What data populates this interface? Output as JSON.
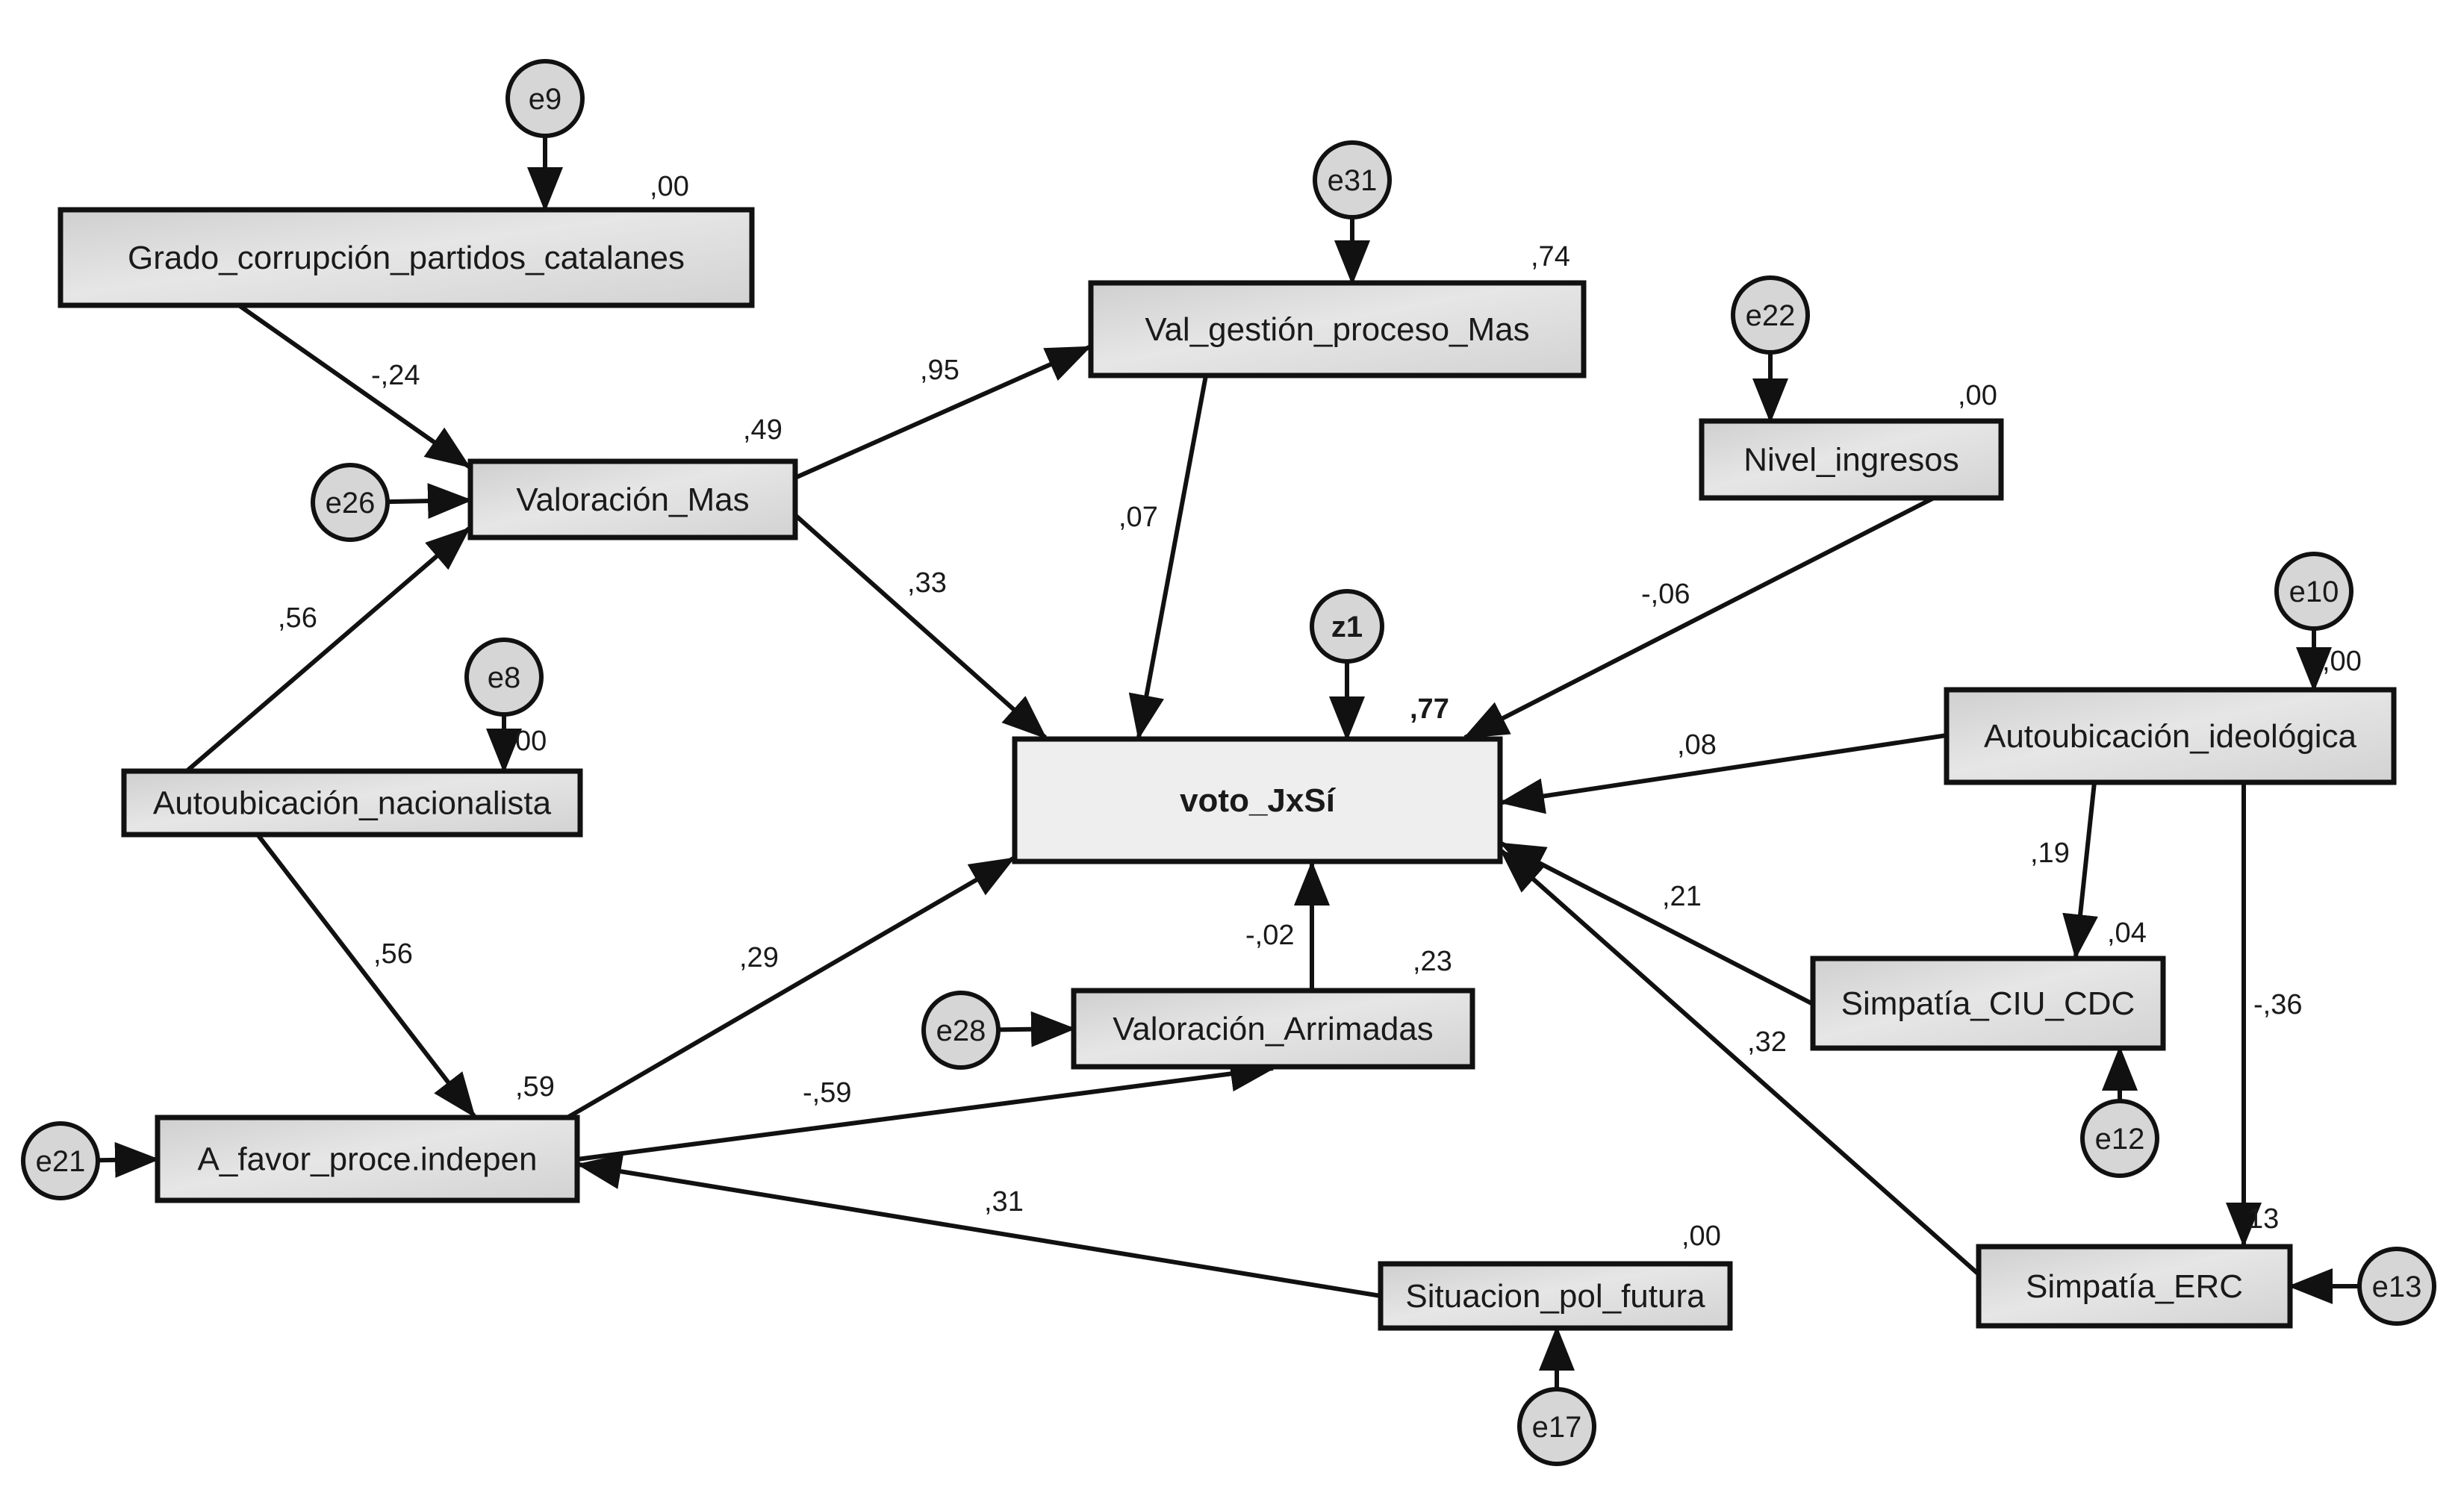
{
  "diagram": {
    "type": "structural-equation-model path diagram",
    "observed_variables": [
      {
        "id": "grado",
        "label": "Grado_corrupción_partidos_catalanes",
        "r2": ",00"
      },
      {
        "id": "valmas",
        "label": "Valoración_Mas",
        "r2": ",49"
      },
      {
        "id": "valgest",
        "label": "Val_gestión_proceso_Mas",
        "r2": ",74"
      },
      {
        "id": "nivel",
        "label": "Nivel_ingresos",
        "r2": ",00"
      },
      {
        "id": "voto",
        "label": "voto_JxSí",
        "r2": ",77"
      },
      {
        "id": "autoideo",
        "label": "Autoubicación_ideológica",
        "r2": ",00"
      },
      {
        "id": "autonac",
        "label": "Autoubicación_nacionalista",
        "r2": "00"
      },
      {
        "id": "afavor",
        "label": "A_favor_proce.indepen",
        "r2": ",59"
      },
      {
        "id": "valarr",
        "label": "Valoración_Arrimadas",
        "r2": ",23"
      },
      {
        "id": "simciu",
        "label": "Simpatía_CIU_CDC",
        "r2": ",04"
      },
      {
        "id": "simerc",
        "label": "Simpatía_ERC",
        "r2": "13"
      },
      {
        "id": "sitpol",
        "label": "Situacion_pol_futura",
        "r2": ",00"
      }
    ],
    "error_terms": [
      {
        "id": "e9",
        "label": "e9",
        "target": "grado"
      },
      {
        "id": "e26",
        "label": "e26",
        "target": "valmas"
      },
      {
        "id": "e31",
        "label": "e31",
        "target": "valgest"
      },
      {
        "id": "e22",
        "label": "e22",
        "target": "nivel"
      },
      {
        "id": "z1",
        "label": "z1",
        "target": "voto"
      },
      {
        "id": "e10",
        "label": "e10",
        "target": "autoideo"
      },
      {
        "id": "e8",
        "label": "e8",
        "target": "autonac"
      },
      {
        "id": "e21",
        "label": "e21",
        "target": "afavor"
      },
      {
        "id": "e28",
        "label": "e28",
        "target": "valarr"
      },
      {
        "id": "e12",
        "label": "e12",
        "target": "simciu"
      },
      {
        "id": "e13",
        "label": "e13",
        "target": "simerc"
      },
      {
        "id": "e17",
        "label": "e17",
        "target": "sitpol"
      }
    ],
    "paths": [
      {
        "from": "grado",
        "to": "valmas",
        "coef": "-,24"
      },
      {
        "from": "autonac",
        "to": "valmas",
        "coef": ",56"
      },
      {
        "from": "valmas",
        "to": "valgest",
        "coef": ",95"
      },
      {
        "from": "valmas",
        "to": "voto",
        "coef": ",33"
      },
      {
        "from": "valgest",
        "to": "voto",
        "coef": ",07"
      },
      {
        "from": "nivel",
        "to": "voto",
        "coef": "-,06"
      },
      {
        "from": "autoideo",
        "to": "voto",
        "coef": ",08"
      },
      {
        "from": "autoideo",
        "to": "simciu",
        "coef": ",19"
      },
      {
        "from": "autoideo",
        "to": "simerc",
        "coef": "-,36"
      },
      {
        "from": "simciu",
        "to": "voto",
        "coef": ",21"
      },
      {
        "from": "simerc",
        "to": "voto",
        "coef": ",32"
      },
      {
        "from": "autonac",
        "to": "afavor",
        "coef": ",56"
      },
      {
        "from": "afavor",
        "to": "voto",
        "coef": ",29"
      },
      {
        "from": "afavor",
        "to": "valarr",
        "coef": "-,59"
      },
      {
        "from": "valarr",
        "to": "voto",
        "coef": "-,02"
      },
      {
        "from": "sitpol",
        "to": "afavor",
        "coef": ",31"
      }
    ]
  },
  "colors": {
    "box_fill": "#d8d8d8",
    "box_fill_light": "#eeeeee",
    "stroke": "#111111",
    "background": "#ffffff"
  }
}
